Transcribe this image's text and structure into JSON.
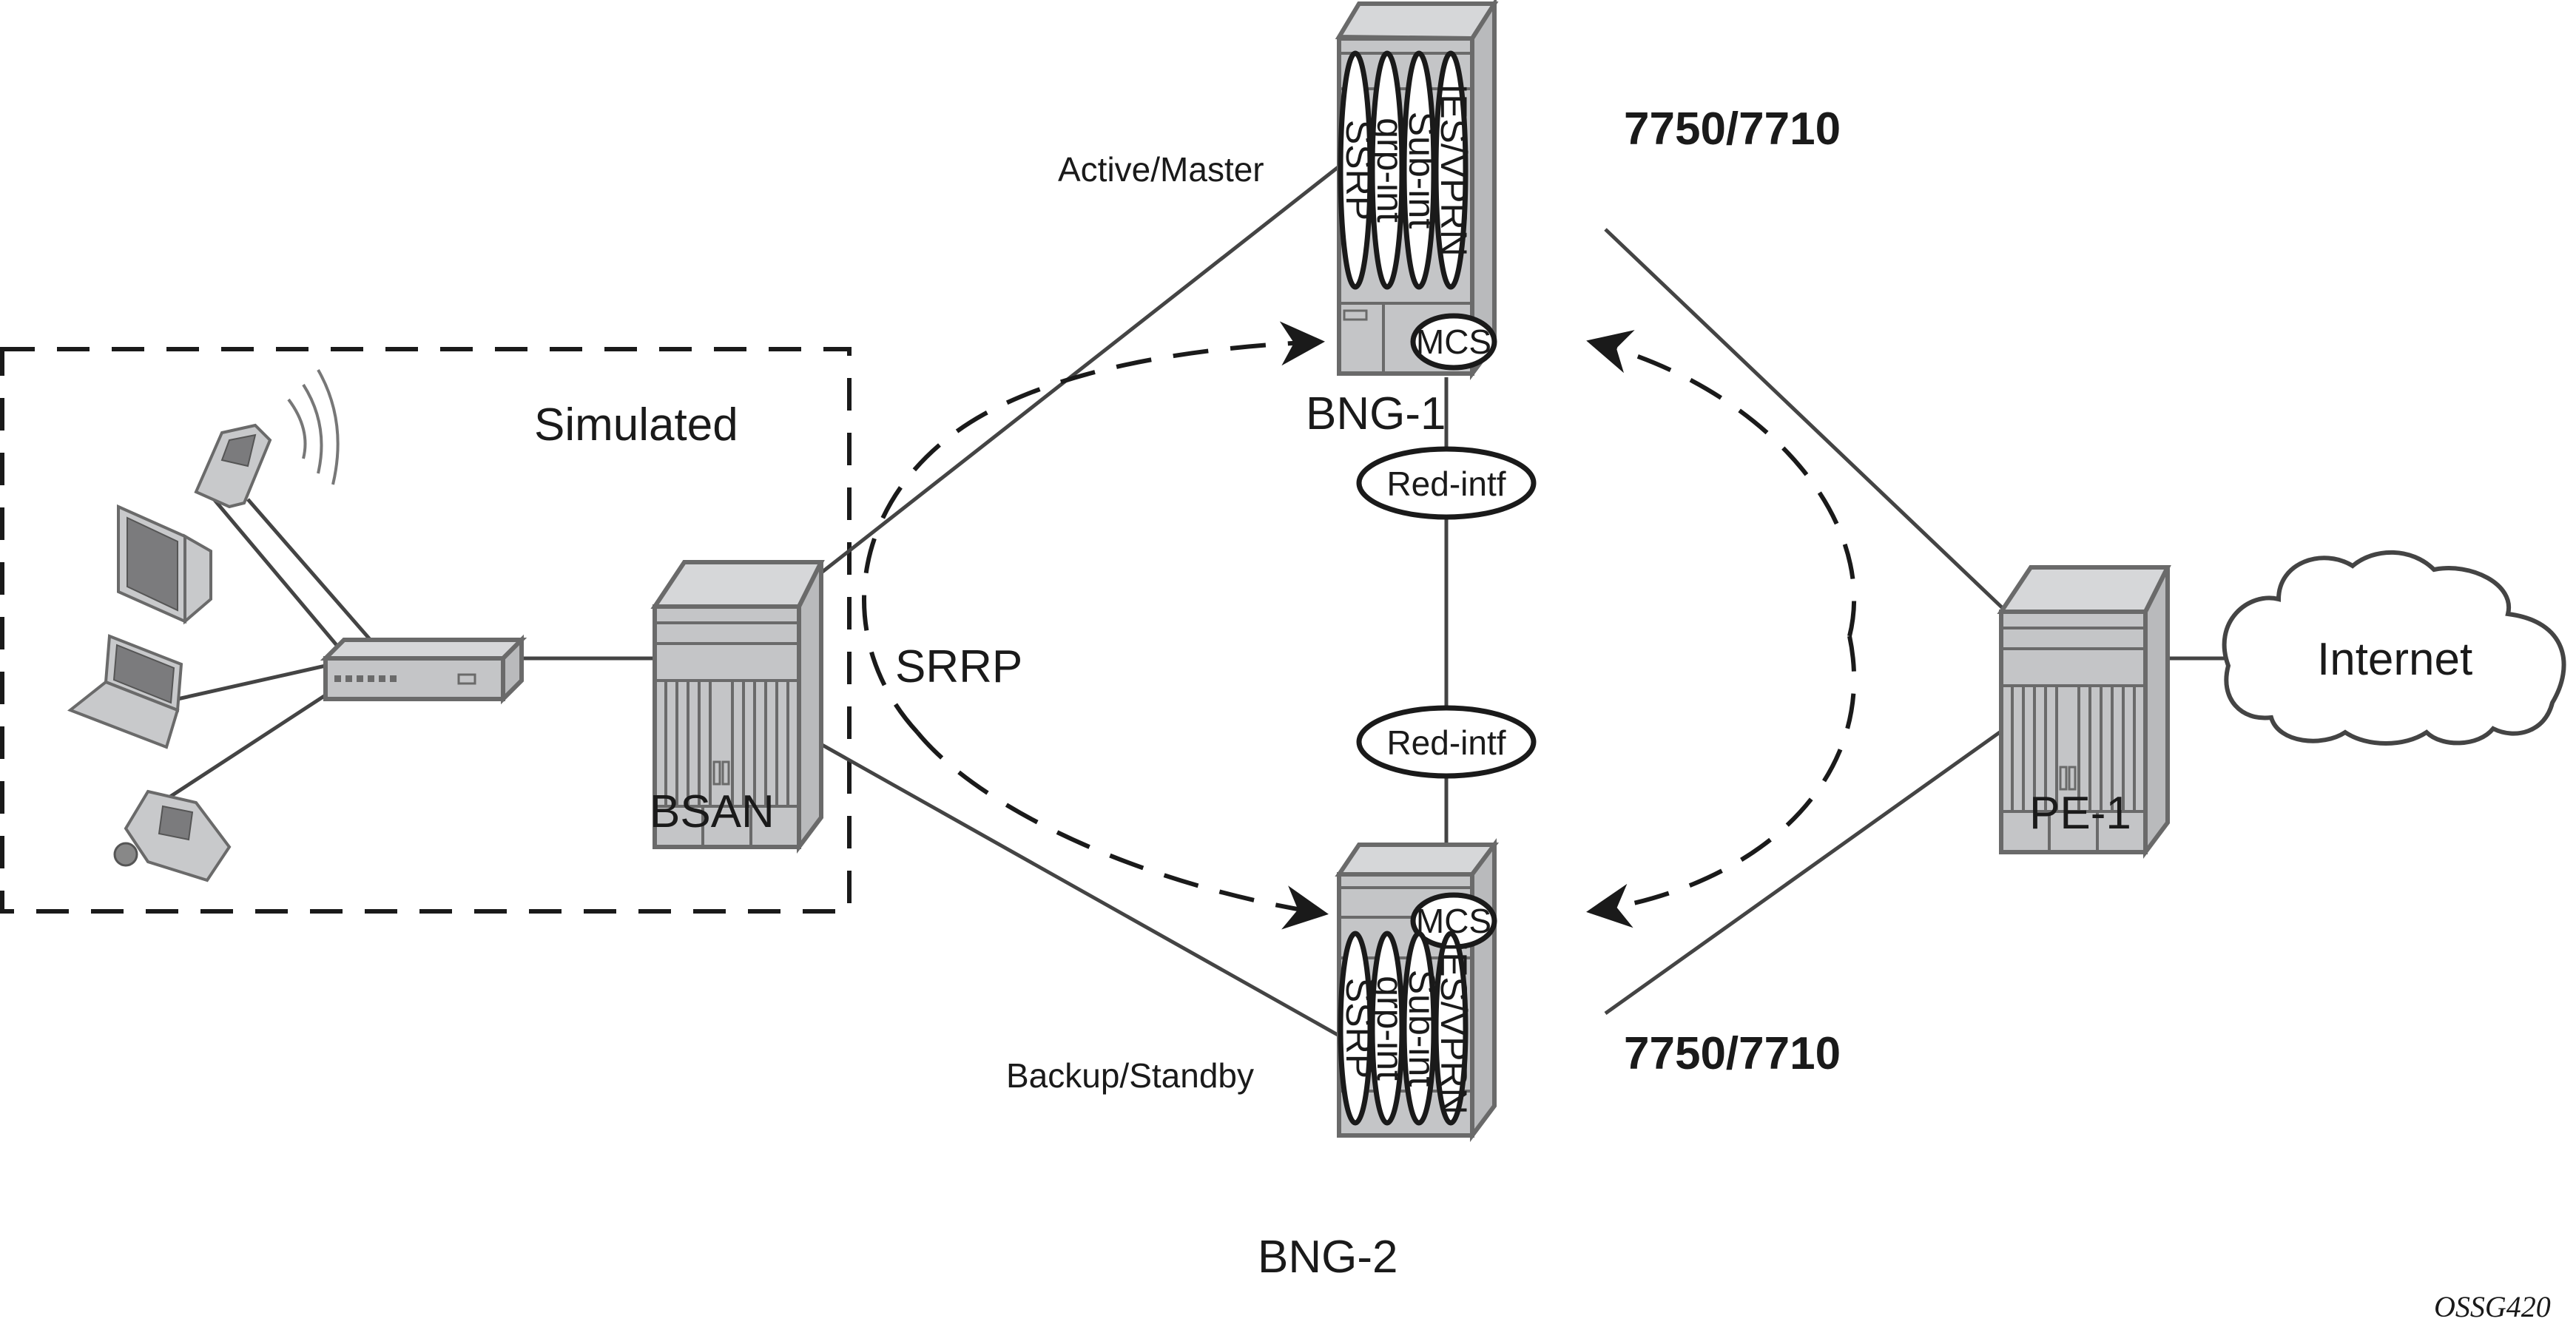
{
  "figure_id": "OSSG420",
  "nodes": {
    "bng1": {
      "name": "BNG-1",
      "model": "7750/7710",
      "role": "Active/Master",
      "services": [
        "SSRP",
        "grp-int",
        "Sub-int",
        "IES/VPRN"
      ],
      "mcs": "MCS"
    },
    "bng2": {
      "name": "BNG-2",
      "model": "7750/7710",
      "role": "Backup/Standby",
      "services": [
        "SSRP",
        "grp-int",
        "Sub-int",
        "IES/VPRN"
      ],
      "mcs": "MCS"
    },
    "bsan": {
      "name": "BSAN"
    },
    "pe1": {
      "name": "PE-1"
    },
    "internet": {
      "name": "Internet"
    }
  },
  "redundant_interfaces": [
    "Red-intf",
    "Red-intf"
  ],
  "protocol_label": "SRRP",
  "simulated_region": {
    "label": "Simulated",
    "devices": [
      "mobile-phone",
      "desktop-monitor",
      "laptop",
      "ip-phone",
      "access-switch"
    ]
  },
  "colors": {
    "line": "#444444",
    "chassis": "#c4c5c7",
    "text": "#1a1a1a",
    "bubble": "#ffffff"
  }
}
